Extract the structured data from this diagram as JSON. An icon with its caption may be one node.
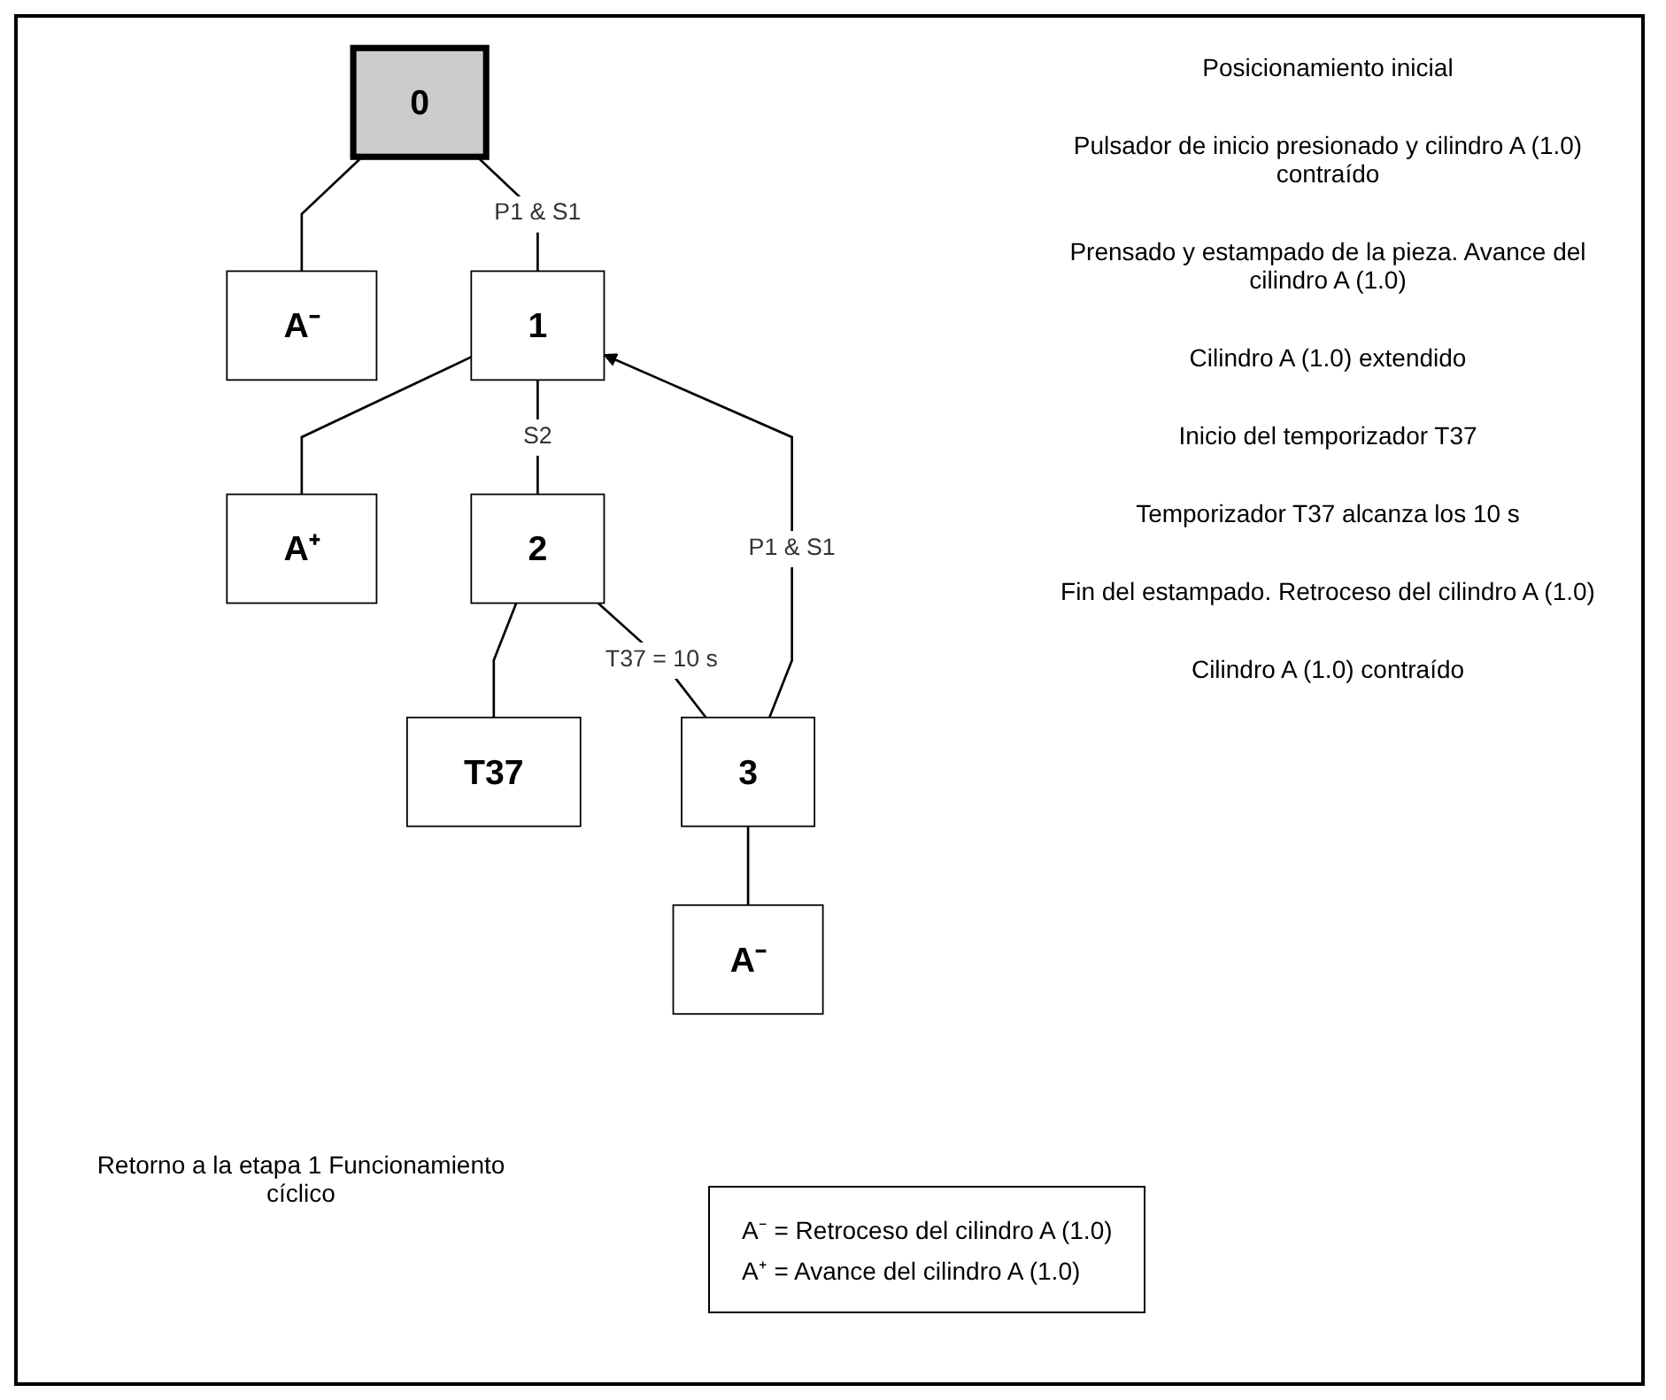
{
  "diagram": {
    "nodes": [
      {
        "text": [
          "0"
        ]
      },
      {
        "text": [
          "A⁻"
        ]
      },
      {
        "text": [
          "1"
        ]
      },
      {
        "text": [
          "A⁺"
        ]
      },
      {
        "text": [
          "2"
        ]
      },
      {
        "text": [
          "T37"
        ]
      },
      {
        "text": [
          "3"
        ]
      },
      {
        "text": [
          "A⁻"
        ]
      }
    ],
    "edges": [
      {
        "from": 0,
        "to": 1,
        "arrow": "none"
      },
      {
        "from": 0,
        "to": 2,
        "arrow": "none",
        "label": "P1 & S1"
      },
      {
        "from": 2,
        "to": 3,
        "arrow": "none"
      },
      {
        "from": 2,
        "to": 4,
        "arrow": "none",
        "label": "S2"
      },
      {
        "from": 4,
        "to": 5,
        "arrow": "none"
      },
      {
        "from": 4,
        "to": 6,
        "arrow": "none",
        "label": "T37 = 10 s"
      },
      {
        "from": 6,
        "to": 7,
        "arrow": "none"
      },
      {
        "from": 6,
        "to": 2,
        "arrow": "to",
        "label": "P1 & S1"
      }
    ],
    "labels": [
      "Posicionamiento inicial",
      "Pulsador de inicio presionado y cilindro A (1.0) contraído",
      "Prensado y estampado de la pieza. Avance del cilindro A (1.0)",
      "Cilindro A (1.0) extendido",
      "Inicio del temporizador T37",
      "Temporizador T37 alcanza los 10 s",
      "Fin del estampado. Retroceso del cilindro A (1.0)",
      "Cilindro A (1.0) contraído",
      "Retorno a la etapa 1 Funcionamiento cíclico"
    ],
    "legend": [
      {
        "text": "A⁻ = Retroceso del cilindro A (1.0)"
      },
      {
        "text": "A⁺ = Avance del cilindro A (1.0)"
      }
    ]
  }
}
